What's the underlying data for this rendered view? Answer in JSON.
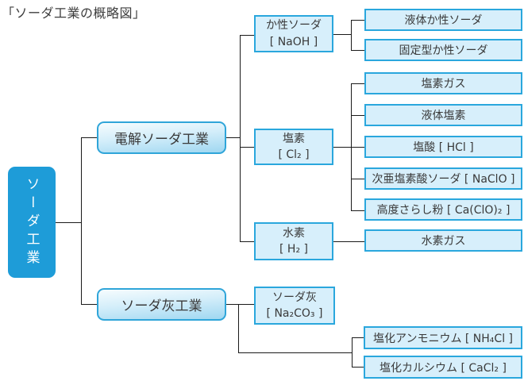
{
  "title": "「ソーダ工業の概略図」",
  "colors": {
    "root_fill": "#1e9cd8",
    "node_fill": "#d7effb",
    "node_border": "#2aa7dd",
    "root_text": "#ffffff",
    "node_text": "#3a3a3a",
    "connector": "#1a1a1a"
  },
  "tree": {
    "root": "ソーダ工業",
    "branches": [
      {
        "label": "電解ソーダ工業",
        "children": [
          {
            "name": "か性ソーダ",
            "formula": "[ NaOH ]",
            "products": [
              "液体か性ソーダ",
              "固定型か性ソーダ"
            ]
          },
          {
            "name": "塩素",
            "formula": "[ Cl₂ ]",
            "products": [
              "塩素ガス",
              "液体塩素",
              "塩酸 [ HCl ]",
              "次亜塩素酸ソーダ [ NaClO ]",
              "高度さらし粉 [ Ca(ClO)₂ ]"
            ]
          },
          {
            "name": "水素",
            "formula": "[ H₂ ]",
            "products": [
              "水素ガス"
            ]
          }
        ]
      },
      {
        "label": "ソーダ灰工業",
        "children": [
          {
            "name": "ソーダ灰",
            "formula": "[ Na₂CO₃ ]",
            "products": []
          }
        ],
        "products": [
          "塩化アンモニウム [ NH₄Cl ]",
          "塩化カルシウム [ CaCl₂ ]"
        ]
      }
    ]
  }
}
